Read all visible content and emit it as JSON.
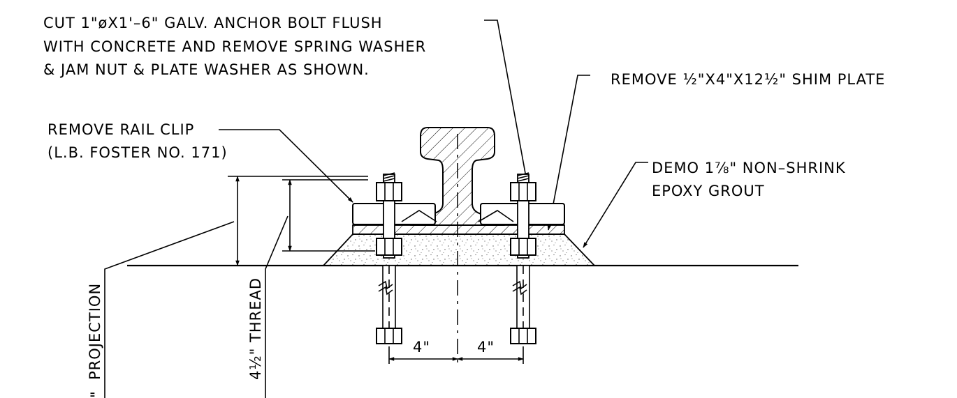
{
  "notes": {
    "cut_bolt": [
      "CUT 1\"øX1'–6\" GALV. ANCHOR BOLT FLUSH",
      "WITH CONCRETE AND REMOVE SPRING WASHER",
      "& JAM NUT & PLATE WASHER AS SHOWN."
    ],
    "shim_plate": "REMOVE ½\"X4\"X12½\" SHIM PLATE",
    "rail_clip": [
      "REMOVE RAIL CLIP",
      "(L.B. FOSTER NO. 171)"
    ],
    "grout": [
      "DEMO 1⅞\" NON–SHRINK",
      "EPOXY GROUT"
    ]
  },
  "dimensions": {
    "left_spacing": "4\"",
    "right_spacing": "4\"",
    "thread": "4½\" THREAD",
    "projection": "PROJECTION",
    "projection_prefix": "\""
  },
  "colors": {
    "line": "#000000",
    "background": "#ffffff",
    "rail_hatch": "#000000",
    "grout_stipple": "#555555"
  }
}
